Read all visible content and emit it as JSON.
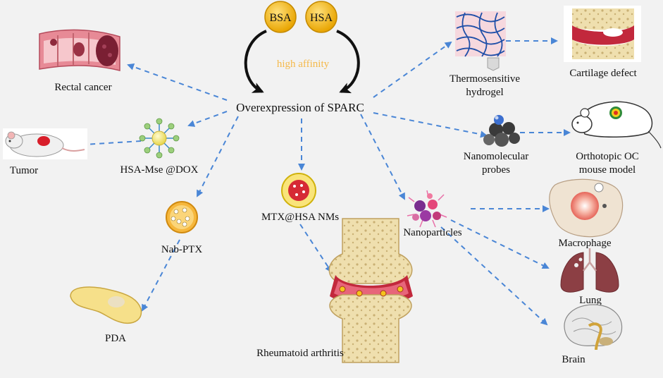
{
  "center": {
    "label": "Overexpression of SPARC"
  },
  "proteins": {
    "bsa": "BSA",
    "hsa": "HSA",
    "affinity": "high affinity"
  },
  "labels": {
    "rectal_cancer": "Rectal cancer",
    "tumor": "Tumor",
    "hsa_mse_dox": "HSA-Mse @DOX",
    "nab_ptx": "Nab-PTX",
    "pda": "PDA",
    "mtx_hsa": "MTX@HSA NMs",
    "rheumatoid": "Rheumatoid arthritis",
    "nanoparticles": "Nanoparticles",
    "thermo_line1": "Thermosensitive",
    "thermo_line2": "hydrogel",
    "cartilage": "Cartilage defect",
    "nanomol_line1": "Nanomolecular",
    "nanomol_line2": "probes",
    "ortho_line1": "Orthotopic OC",
    "ortho_line2": "mouse model",
    "macrophage": "Macrophage",
    "lung": "Lung",
    "brain": "Brain"
  },
  "colors": {
    "arrow": "#4a86d6",
    "bsa": "#f2b400",
    "hsa": "#f2b400",
    "affinity_text": "#f5b94a",
    "bone": "#f1e2b8",
    "joint_red": "#c2283c",
    "tumor_red": "#c0392b"
  }
}
